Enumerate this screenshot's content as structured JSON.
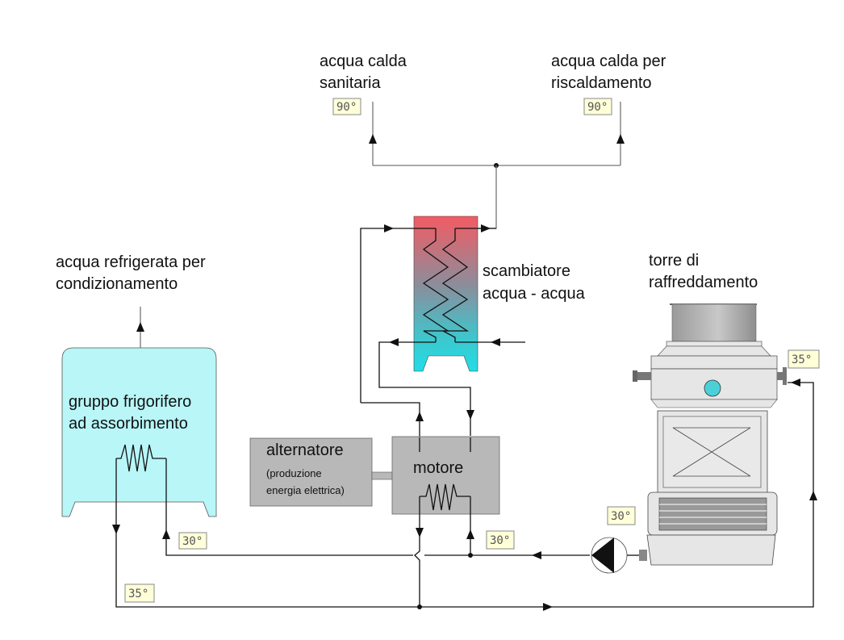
{
  "labels": {
    "hot_sanitary": [
      "acqua calda",
      "sanitaria"
    ],
    "hot_heating": [
      "acqua calda per",
      "riscaldamento"
    ],
    "exchanger": [
      "scambiatore",
      "acqua - acqua"
    ],
    "chilled_water": [
      "acqua refrigerata per",
      "condizionamento"
    ],
    "chiller": [
      "gruppo frigorifero",
      "ad assorbimento"
    ],
    "alternator": "alternatore",
    "alternator_sub": [
      "(produzione",
      "energia elettrica)"
    ],
    "engine": "motore",
    "tower": [
      "torre di",
      "raffreddamento"
    ]
  },
  "temperatures": {
    "sanitary_out": "90°",
    "heating_out": "90°",
    "chiller_in": "30°",
    "chiller_return": "35°",
    "engine_in": "30°",
    "tower_in": "35°",
    "tower_out": "30°"
  },
  "colors": {
    "exchanger_top": "#f35b63",
    "exchanger_bottom": "#22dde6",
    "chiller_fill": "#b8f6f8",
    "machine_gray": "#b8b8b8",
    "tag_fill": "#ffffd8"
  }
}
